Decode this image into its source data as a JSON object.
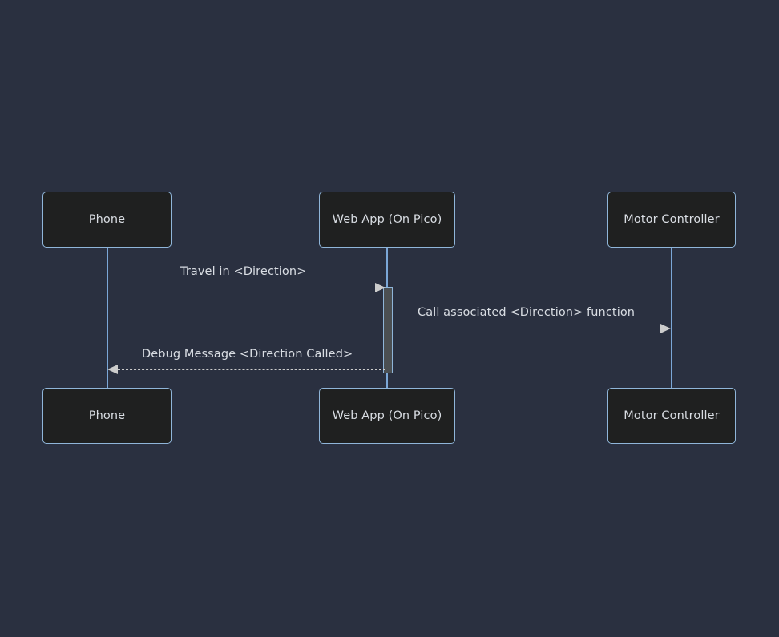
{
  "diagram": {
    "type": "sequence-diagram",
    "background_color": "#2a3040",
    "box_fill_color": "#1f2020",
    "box_border_color": "#8fb5d9",
    "lifeline_color": "#7ba7d7",
    "text_color": "#d9dde3",
    "arrow_color": "#cccccc",
    "activation_fill_color": "#4b4f52",
    "participants": [
      {
        "id": "phone",
        "label": "Phone"
      },
      {
        "id": "webapp",
        "label": "Web App (On Pico)"
      },
      {
        "id": "motor",
        "label": "Motor Controller"
      }
    ],
    "messages": [
      {
        "id": "m1",
        "label": "Travel in <Direction>",
        "from": "phone",
        "to": "webapp",
        "style": "solid",
        "direction": "right"
      },
      {
        "id": "m2",
        "label": "Call associated <Direction> function",
        "from": "webapp",
        "to": "motor",
        "style": "solid",
        "direction": "right"
      },
      {
        "id": "m3",
        "label": "Debug Message <Direction Called>",
        "from": "webapp",
        "to": "phone",
        "style": "dashed",
        "direction": "left"
      }
    ]
  }
}
